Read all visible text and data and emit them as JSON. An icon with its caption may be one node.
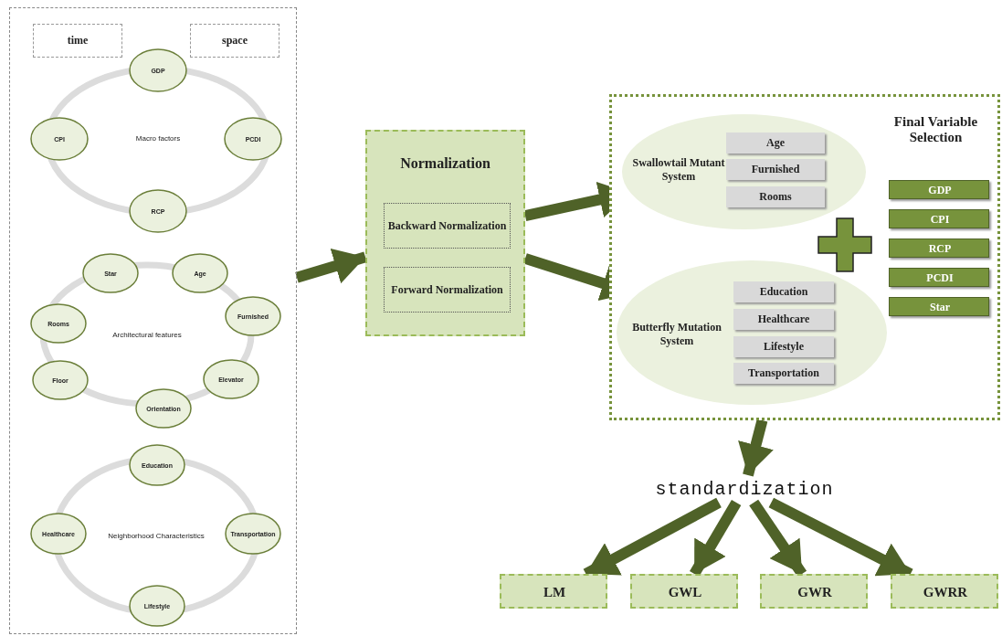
{
  "diagram": {
    "nodes": [
      {
        "text": [],
        "shape": "box"
      },
      {
        "text": [
          "time"
        ],
        "in": 0
      },
      {
        "text": [
          "space"
        ],
        "in": 0
      },
      {
        "text": [
          "Macro factors"
        ],
        "in": 0
      },
      {
        "text": [
          "GDP"
        ],
        "in": 0
      },
      {
        "text": [
          "CPI"
        ],
        "in": 0
      },
      {
        "text": [
          "PCDI"
        ],
        "in": 0
      },
      {
        "text": [
          "RCP"
        ],
        "in": 0
      },
      {
        "text": [
          "Architectural features"
        ],
        "in": 0
      },
      {
        "text": [
          "Star"
        ],
        "in": 0
      },
      {
        "text": [
          "Age"
        ],
        "in": 0
      },
      {
        "text": [
          "Rooms"
        ],
        "in": 0
      },
      {
        "text": [
          "Furnished"
        ],
        "in": 0
      },
      {
        "text": [
          "Floor"
        ],
        "in": 0
      },
      {
        "text": [
          "Elevator"
        ],
        "in": 0
      },
      {
        "text": [
          "Orientation"
        ],
        "in": 0
      },
      {
        "text": [
          "Neighborhood Characteristics"
        ],
        "in": 0
      },
      {
        "text": [
          "Education"
        ],
        "in": 0
      },
      {
        "text": [
          "Healthcare"
        ],
        "in": 0
      },
      {
        "text": [
          "Transportation"
        ],
        "in": 0
      },
      {
        "text": [
          "Lifestyle"
        ],
        "in": 0
      },
      {
        "text": [
          "Normalization"
        ]
      },
      {
        "text": [
          "Backward Normalization"
        ],
        "in": 21
      },
      {
        "text": [
          "Forward Normalization"
        ],
        "in": 21
      },
      {
        "text": [
          "Final Variable Selection"
        ]
      },
      {
        "text": [
          "Swallowtail Mutant System"
        ],
        "in": 24
      },
      {
        "text": [
          "Age"
        ],
        "in": 25
      },
      {
        "text": [
          "Furnished"
        ],
        "in": 25
      },
      {
        "text": [
          "Rooms"
        ],
        "in": 25
      },
      {
        "text": [
          "Butterfly Mutation System"
        ],
        "in": 24
      },
      {
        "text": [
          "Education"
        ],
        "in": 29
      },
      {
        "text": [
          "Healthcare"
        ],
        "in": 29
      },
      {
        "text": [
          "Lifestyle"
        ],
        "in": 29
      },
      {
        "text": [
          "Transportation"
        ],
        "in": 29
      },
      {
        "text": [
          "GDP"
        ],
        "in": 24
      },
      {
        "text": [
          "CPI"
        ],
        "in": 24
      },
      {
        "text": [
          "RCP"
        ],
        "in": 24
      },
      {
        "text": [
          "PCDI"
        ],
        "in": 24
      },
      {
        "text": [
          "Star"
        ],
        "in": 24
      },
      {
        "text": [
          "standardization"
        ]
      },
      {
        "text": [
          "LM"
        ]
      },
      {
        "text": [
          "GWL"
        ]
      },
      {
        "text": [
          "GWR"
        ]
      },
      {
        "text": [
          "GWRR"
        ]
      }
    ],
    "edges": [
      {
        "from": 0,
        "to": 21,
        "arrow": "to"
      },
      {
        "from": 21,
        "to": 25,
        "arrow": "to"
      },
      {
        "from": 21,
        "to": 29,
        "arrow": "to"
      },
      {
        "from": 24,
        "to": 39,
        "arrow": "to"
      },
      {
        "from": 39,
        "to": 40,
        "arrow": "to"
      },
      {
        "from": 39,
        "to": 41,
        "arrow": "to"
      },
      {
        "from": 39,
        "to": 42,
        "arrow": "to"
      },
      {
        "from": 39,
        "to": 43,
        "arrow": "to"
      }
    ]
  }
}
